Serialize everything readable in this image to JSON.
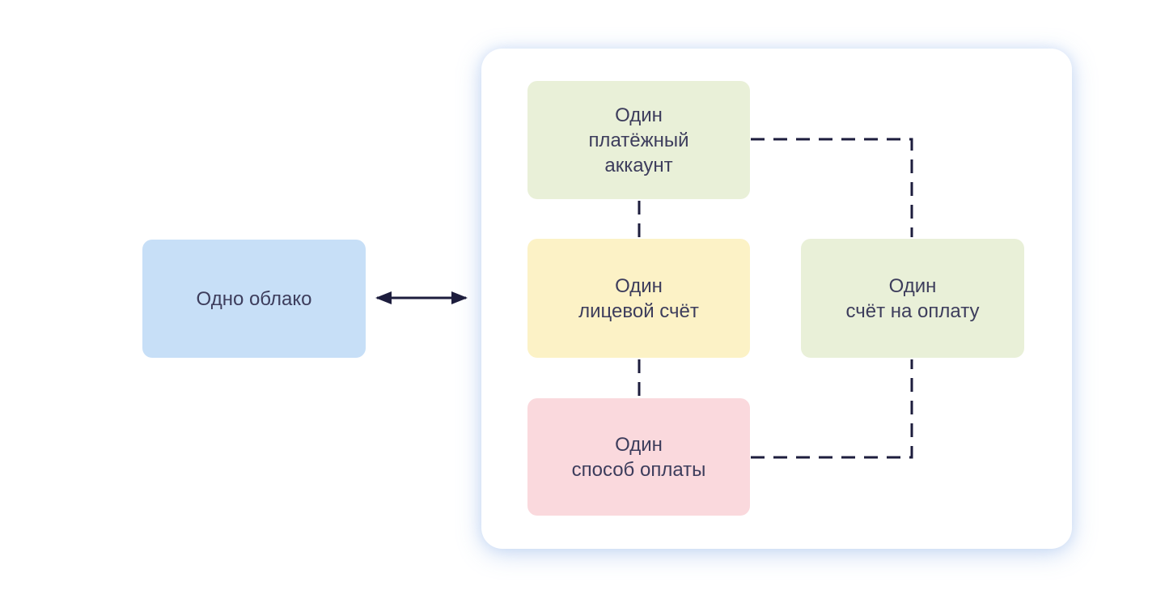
{
  "colors": {
    "background": "#ffffff",
    "panel": "#ffffff",
    "panel_glow": "#8cafe6",
    "line": "#1d1d3d",
    "text": "#3d3d5c",
    "cloud_box": "#c7dff7",
    "payment_account_box": "#e9f0d8",
    "personal_account_box": "#fcf2c6",
    "invoice_box": "#e9f0d8",
    "payment_method_box": "#fad9dd"
  },
  "diagram": {
    "cloud_box": {
      "label": "Одно облако"
    },
    "payment_account_box": {
      "label": "Один\nплатёжный\nаккаунт"
    },
    "personal_account_box": {
      "label": "Один\nлицевой счёт"
    },
    "invoice_box": {
      "label": "Один\nсчёт на оплату"
    },
    "payment_method_box": {
      "label": "Один\nспособ оплаты"
    }
  }
}
